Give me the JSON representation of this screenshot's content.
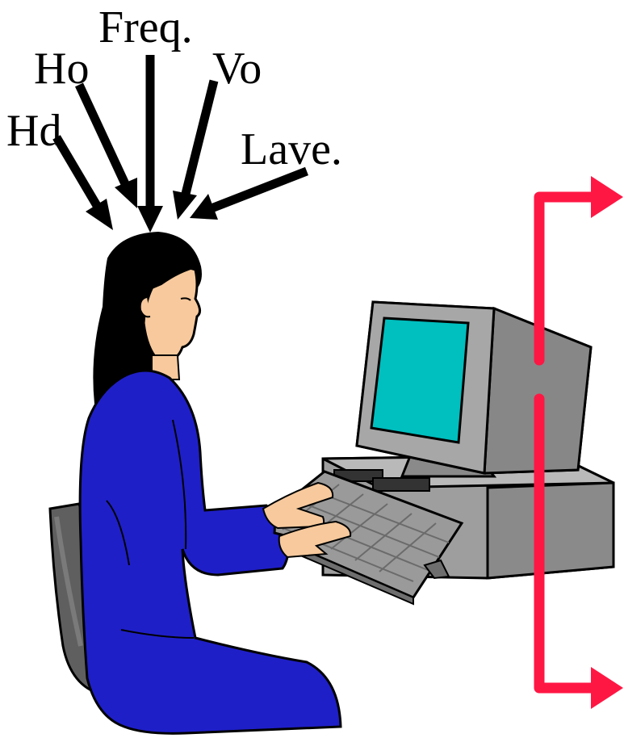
{
  "labels": {
    "freq": "Freq.",
    "ho": "Ho",
    "vo": "Vo",
    "hd": "Hd",
    "lave": "Lave."
  },
  "colors": {
    "arrow": "#000000",
    "flow_arrow": "#ff1744",
    "shirt": "#1f1fc8",
    "hair": "#000000",
    "skin": "#f7c99c",
    "monitor_body": "#9e9e9e",
    "monitor_screen": "#00bfbf",
    "chair": "#5f5f5f",
    "keyboard": "#9a9a9a"
  },
  "icons": {
    "person": "person-typing-icon",
    "computer": "desktop-computer-icon",
    "chair": "office-chair-icon",
    "flow": "output-flow-arrows-icon"
  }
}
